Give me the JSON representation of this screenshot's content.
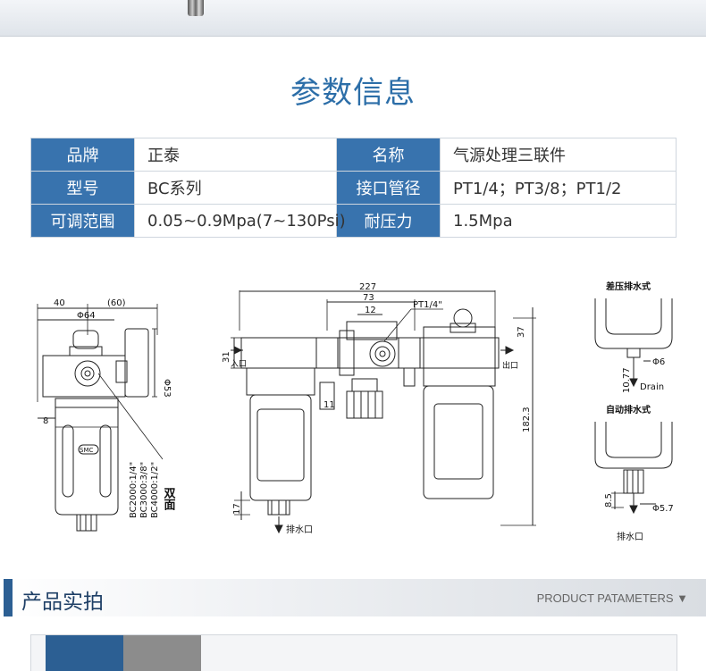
{
  "page": {
    "title": "参数信息",
    "section_title": "产品实拍",
    "section_subtitle": "PRODUCT PATAMETERS ▼"
  },
  "params": {
    "rows": [
      {
        "k1": "品牌",
        "v1": "正泰",
        "k2": "名称",
        "v2": "气源处理三联件"
      },
      {
        "k1": "型号",
        "v1": "BC系列",
        "k2": "接口管径",
        "v2": "PT1/4；PT3/8；PT1/2"
      },
      {
        "k1": "可调范围",
        "v1": "0.05~0.9Mpa(7~130Psi)",
        "k2": "耐压力",
        "v2": "1.5Mpa"
      }
    ]
  },
  "drawing": {
    "left": {
      "d40": "40",
      "d60": "(60)",
      "phi64": "Φ64",
      "phi53": "Φ53",
      "d8": "8",
      "models": [
        "BC2000:1/4\"",
        "BC3000:3/8\"",
        "BC4000:1/2\""
      ],
      "double_side": "双面",
      "badge": "SMC"
    },
    "center": {
      "d227": "227",
      "d73": "73",
      "d12": "12",
      "pt": "PT1/4\"",
      "d37": "37",
      "d31": "31",
      "inlet": "入口",
      "outlet": "出口",
      "d11": "11",
      "d1823": "182.3",
      "d17": "17",
      "drain": "排水口"
    },
    "right": {
      "diff_title": "差压排水式",
      "phi6": "Φ6",
      "d1077": "10.77",
      "drain_en": "Drain",
      "auto_title": "自动排水式",
      "d85": "8.5",
      "phi57": "Φ5.7",
      "drain_cn": "排水口"
    }
  },
  "colors": {
    "brand_blue": "#3873ae",
    "title_blue": "#2c6ea8",
    "dark_blue": "#2c5f93"
  }
}
